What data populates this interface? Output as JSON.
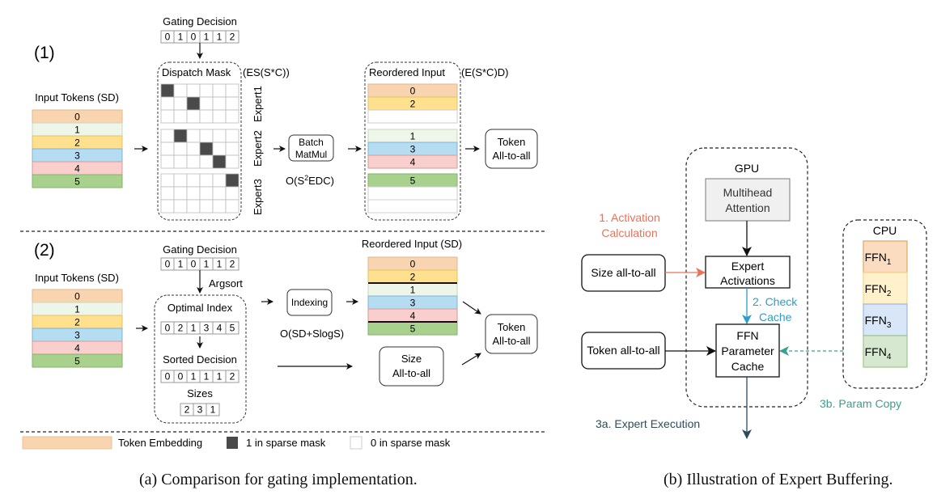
{
  "colors": {
    "token0": "#f8d4b0",
    "token1": "#eef6ea",
    "token2": "#ffe08f",
    "token3": "#b5dcf1",
    "token4": "#f8cfcd",
    "token5": "#a9d18e",
    "mask_on": "#4a4a4a",
    "activation_arrow": "#e8735a",
    "check_cache": "#2a9fc9",
    "param_copy": "#3aa08f",
    "expert_exec": "#2e4b5e",
    "ffn1": "#fbdcc0",
    "ffn2": "#fff1cc",
    "ffn3": "#d8e6f7",
    "ffn4": "#d6e8cf",
    "mha_fill": "#f0f0f0"
  },
  "panel_a": {
    "section1": {
      "label": "(1)",
      "input_title": "Input Tokens (SD)",
      "tokens": [
        "0",
        "1",
        "2",
        "3",
        "4",
        "5"
      ],
      "gating_title": "Gating Decision",
      "gating": [
        "0",
        "1",
        "0",
        "1",
        "1",
        "2"
      ],
      "mask_title": "Dispatch Mask",
      "mask_dims": "(ES(S*C))",
      "experts": [
        "Expert1",
        "Expert2",
        "Expert3"
      ],
      "mask_on": [
        [
          0,
          0
        ],
        [
          1,
          2
        ],
        [
          3,
          1
        ],
        [
          4,
          3
        ],
        [
          5,
          4
        ],
        [
          6,
          5
        ]
      ],
      "batch_matmul": [
        "Batch",
        "MatMul"
      ],
      "complexity_prefix": "O(S",
      "complexity_sup": "2",
      "complexity_suffix": "EDC)",
      "reordered_title": "Reordered Input",
      "reordered_dims": "(E(S*C)D)",
      "reordered_groups": [
        [
          "0",
          "2",
          ""
        ],
        [
          "1",
          "3",
          "4"
        ],
        [
          "5",
          "",
          ""
        ]
      ],
      "token_all_to_all": [
        "Token",
        "All-to-all"
      ]
    },
    "section2": {
      "label": "(2)",
      "input_title": "Input Tokens (SD)",
      "tokens": [
        "0",
        "1",
        "2",
        "3",
        "4",
        "5"
      ],
      "gating_title": "Gating Decision",
      "gating": [
        "0",
        "1",
        "0",
        "1",
        "1",
        "2"
      ],
      "argsort": "Argsort",
      "optimal_title": "Optimal Index",
      "optimal": [
        "0",
        "2",
        "1",
        "3",
        "4",
        "5"
      ],
      "sorted_title": "Sorted Decision",
      "sorted": [
        "0",
        "0",
        "1",
        "1",
        "1",
        "2"
      ],
      "sizes_title": "Sizes",
      "sizes": [
        "2",
        "3",
        "1"
      ],
      "indexing": "Indexing",
      "complexity": "O(SD+SlogS)",
      "reordered_title": "Reordered Input (SD)",
      "reordered": [
        "0",
        "2",
        "1",
        "3",
        "4",
        "5"
      ],
      "size_all_to_all": [
        "Size",
        "All-to-all"
      ],
      "token_all_to_all": [
        "Token",
        "All-to-all"
      ]
    },
    "legend": {
      "token_embedding": "Token Embedding",
      "mask_one": "1 in sparse mask",
      "mask_zero": "0 in sparse mask"
    },
    "caption": "(a) Comparison for gating implementation."
  },
  "panel_b": {
    "gpu_title": "GPU",
    "mha": [
      "Multihead",
      "Attention"
    ],
    "expert_activations": [
      "Expert",
      "Activations"
    ],
    "ffn_cache": [
      "FFN",
      "Parameter",
      "Cache"
    ],
    "size_all_to_all": "Size all-to-all",
    "token_all_to_all": "Token all-to-all",
    "step1": [
      "1. Activation",
      "Calculation"
    ],
    "step2": [
      "2. Check",
      "Cache"
    ],
    "step3a": "3a. Expert Execution",
    "step3b": "3b. Param Copy",
    "cpu_title": "CPU",
    "ffn_base": "FFN",
    "ffn_subs": [
      "1",
      "2",
      "3",
      "4"
    ],
    "caption": "(b) Illustration of Expert Buffering."
  }
}
